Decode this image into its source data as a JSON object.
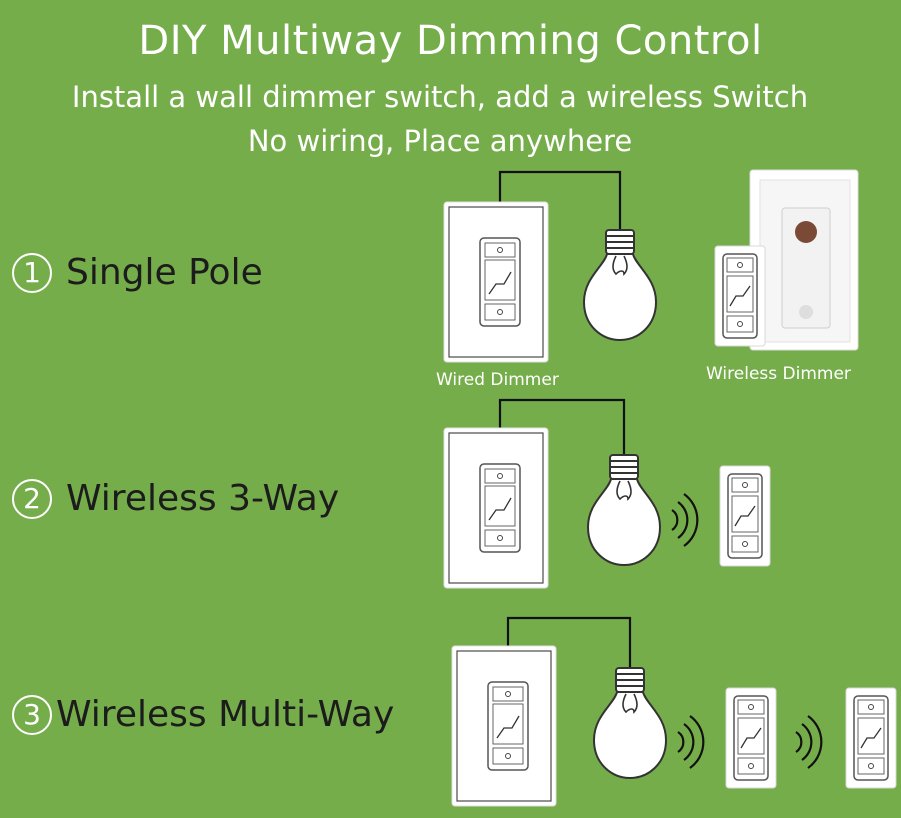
{
  "title": "DIY Multiway Dimming Control",
  "subtitle_line1": "Install a wall dimmer switch, add a wireless Switch",
  "subtitle_line2": "No wiring, Place anywhere",
  "options": [
    {
      "number": "1",
      "label": "Single Pole"
    },
    {
      "number": "2",
      "label": "Wireless 3-Way"
    },
    {
      "number": "3",
      "label": "Wireless Multi-Way"
    }
  ],
  "captions": {
    "wired": "Wired Dimmer",
    "wireless": "Wireless Dimmer"
  },
  "colors": {
    "background": "#76ad4b",
    "text_light": "#ffffff",
    "text_dark": "#1c1c1c"
  }
}
